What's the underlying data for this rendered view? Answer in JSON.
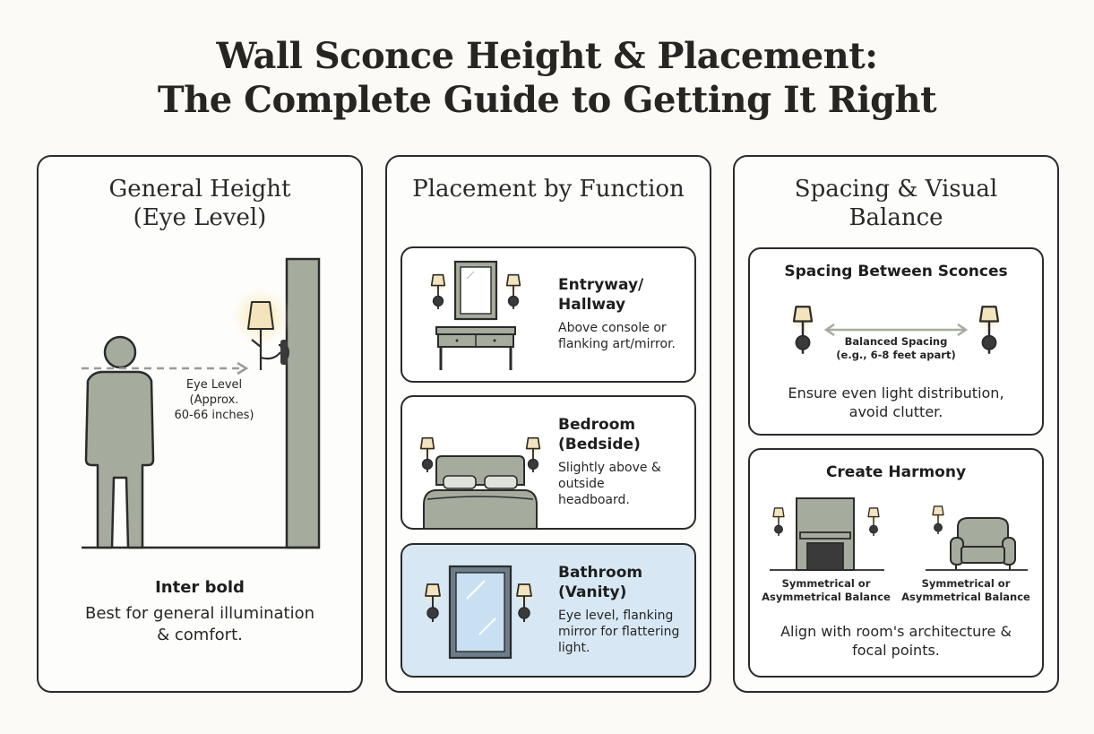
{
  "title": {
    "line1": "Wall Sconce Height & Placement:",
    "line2": "The Complete Guide to Getting It Right"
  },
  "panel_general": {
    "title_line1": "General Height",
    "title_line2": "(Eye Level)",
    "eye_level_line1": "Eye Level",
    "eye_level_line2": "(Approx.",
    "eye_level_line3": "60-66 inches)",
    "bold_text": "Inter bold",
    "desc_line1": "Best for general illumination",
    "desc_line2": "& comfort."
  },
  "panel_function": {
    "title": "Placement by Function",
    "cards": [
      {
        "title_line1": "Entryway/",
        "title_line2": "Hallway",
        "desc_line1": "Above console or",
        "desc_line2": "flanking art/mirror.",
        "desc_line3": ""
      },
      {
        "title_line1": "Bedroom",
        "title_line2": "(Bedside)",
        "desc_line1": "Slightly above &",
        "desc_line2": "outside",
        "desc_line3": "headboard."
      },
      {
        "title_line1": "Bathroom",
        "title_line2": "(Vanity)",
        "desc_line1": "Eye level, flanking",
        "desc_line2": "mirror for flattering",
        "desc_line3": "light."
      }
    ]
  },
  "panel_spacing": {
    "title_line1": "Spacing & Visual",
    "title_line2": "Balance",
    "spacing_card": {
      "title": "Spacing Between Sconces",
      "label_line1": "Balanced Spacing",
      "label_line2": "(e.g., 6-8 feet apart)",
      "desc_line1": "Ensure even light distribution,",
      "desc_line2": "avoid clutter."
    },
    "harmony_card": {
      "title": "Create Harmony",
      "left_label_line1": "Symmetrical or",
      "left_label_line2": "Asymmetrical Balance",
      "right_label_line1": "Symmetrical or",
      "right_label_line2": "Asymmetrical Balance",
      "desc_line1": "Align with room's architecture &",
      "desc_line2": "focal points."
    }
  },
  "colors": {
    "figure": "#a5ac9e",
    "outline": "#2b2b2b",
    "shade": "#f3e4bd",
    "glow": "#f6d98a",
    "vanity_bg": "#d7e8f4"
  }
}
